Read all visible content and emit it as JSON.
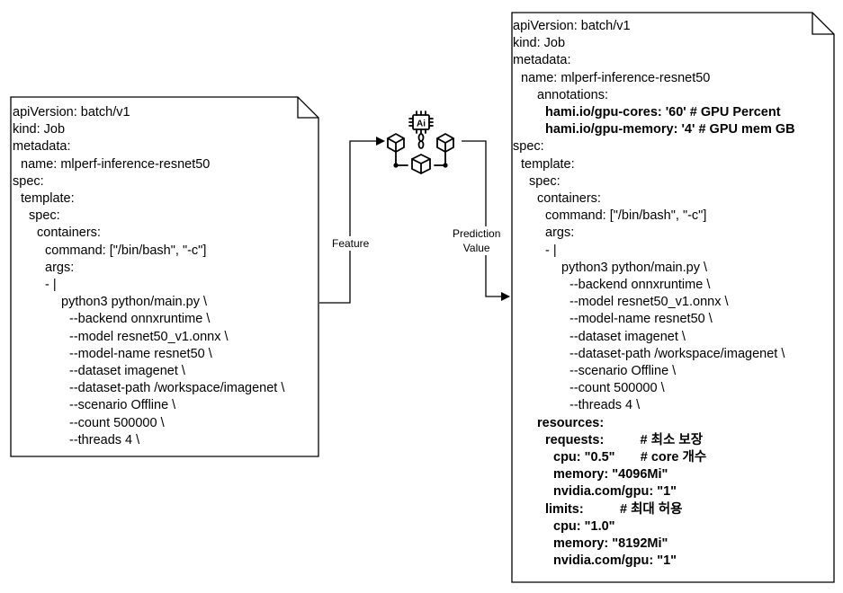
{
  "colors": {
    "stroke": "#000000",
    "background": "#ffffff"
  },
  "icon": "ai-model-network-icon",
  "icon_label": "Ai",
  "edges": {
    "feature_label": "Feature",
    "prediction_label": [
      "Prediction",
      "Value"
    ]
  },
  "input_doc": {
    "lines": [
      {
        "text": "apiVersion: batch/v1",
        "indent": 0
      },
      {
        "text": "kind: Job",
        "indent": 0
      },
      {
        "text": "metadata:",
        "indent": 0
      },
      {
        "text": "name: mlperf-inference-resnet50",
        "indent": 1
      },
      {
        "text": "spec:",
        "indent": 0
      },
      {
        "text": "template:",
        "indent": 1
      },
      {
        "text": "spec:",
        "indent": 2
      },
      {
        "text": "containers:",
        "indent": 3
      },
      {
        "text": "command: [\"/bin/bash\", \"-c\"]",
        "indent": 4
      },
      {
        "text": "args:",
        "indent": 4
      },
      {
        "text": "- |",
        "indent": 4
      },
      {
        "text": "python3 python/main.py \\",
        "indent": 6
      },
      {
        "text": "--backend onnxruntime \\",
        "indent": 7
      },
      {
        "text": "--model resnet50_v1.onnx \\",
        "indent": 7
      },
      {
        "text": "--model-name resnet50 \\",
        "indent": 7
      },
      {
        "text": "--dataset imagenet \\",
        "indent": 7
      },
      {
        "text": "--dataset-path /workspace/imagenet \\",
        "indent": 7
      },
      {
        "text": "--scenario Offline \\",
        "indent": 7
      },
      {
        "text": "--count 500000 \\",
        "indent": 7
      },
      {
        "text": "--threads 4 \\",
        "indent": 7
      }
    ]
  },
  "output_doc": {
    "lines": [
      {
        "text": "apiVersion: batch/v1",
        "indent": 0
      },
      {
        "text": "kind: Job",
        "indent": 0
      },
      {
        "text": "metadata:",
        "indent": 0
      },
      {
        "text": "name: mlperf-inference-resnet50",
        "indent": 1
      },
      {
        "text": "annotations:",
        "indent": 3
      },
      {
        "text": "hami.io/gpu-cores: '60' # GPU Percent",
        "indent": 4,
        "bold": true
      },
      {
        "text": "hami.io/gpu-memory: '4' # GPU mem GB",
        "indent": 4,
        "bold": true
      },
      {
        "text": "spec:",
        "indent": 0
      },
      {
        "text": "template:",
        "indent": 1
      },
      {
        "text": "spec:",
        "indent": 2
      },
      {
        "text": "containers:",
        "indent": 3
      },
      {
        "text": "command: [\"/bin/bash\", \"-c\"]",
        "indent": 4
      },
      {
        "text": "args:",
        "indent": 4
      },
      {
        "text": "- |",
        "indent": 4
      },
      {
        "text": "python3 python/main.py \\",
        "indent": 6
      },
      {
        "text": "--backend onnxruntime \\",
        "indent": 7
      },
      {
        "text": "--model resnet50_v1.onnx \\",
        "indent": 7
      },
      {
        "text": "--model-name resnet50 \\",
        "indent": 7
      },
      {
        "text": "--dataset imagenet \\",
        "indent": 7
      },
      {
        "text": "--dataset-path /workspace/imagenet \\",
        "indent": 7
      },
      {
        "text": "--scenario Offline \\",
        "indent": 7
      },
      {
        "text": "--count 500000 \\",
        "indent": 7
      },
      {
        "text": "--threads 4 \\",
        "indent": 7
      },
      {
        "text": "resources:",
        "indent": 3,
        "bold": true
      },
      {
        "text": "requests:          # 최소 보장",
        "indent": 4,
        "bold": true
      },
      {
        "text": "cpu: \"0.5\"       # core 개수",
        "indent": 5,
        "bold": true
      },
      {
        "text": "memory: \"4096Mi\"",
        "indent": 5,
        "bold": true
      },
      {
        "text": "nvidia.com/gpu: \"1\"",
        "indent": 5,
        "bold": true
      },
      {
        "text": "limits:          # 최대 허용",
        "indent": 4,
        "bold": true
      },
      {
        "text": "cpu: \"1.0\"",
        "indent": 5,
        "bold": true
      },
      {
        "text": "memory: \"8192Mi\"",
        "indent": 5,
        "bold": true
      },
      {
        "text": "nvidia.com/gpu: \"1\"",
        "indent": 5,
        "bold": true
      }
    ]
  }
}
